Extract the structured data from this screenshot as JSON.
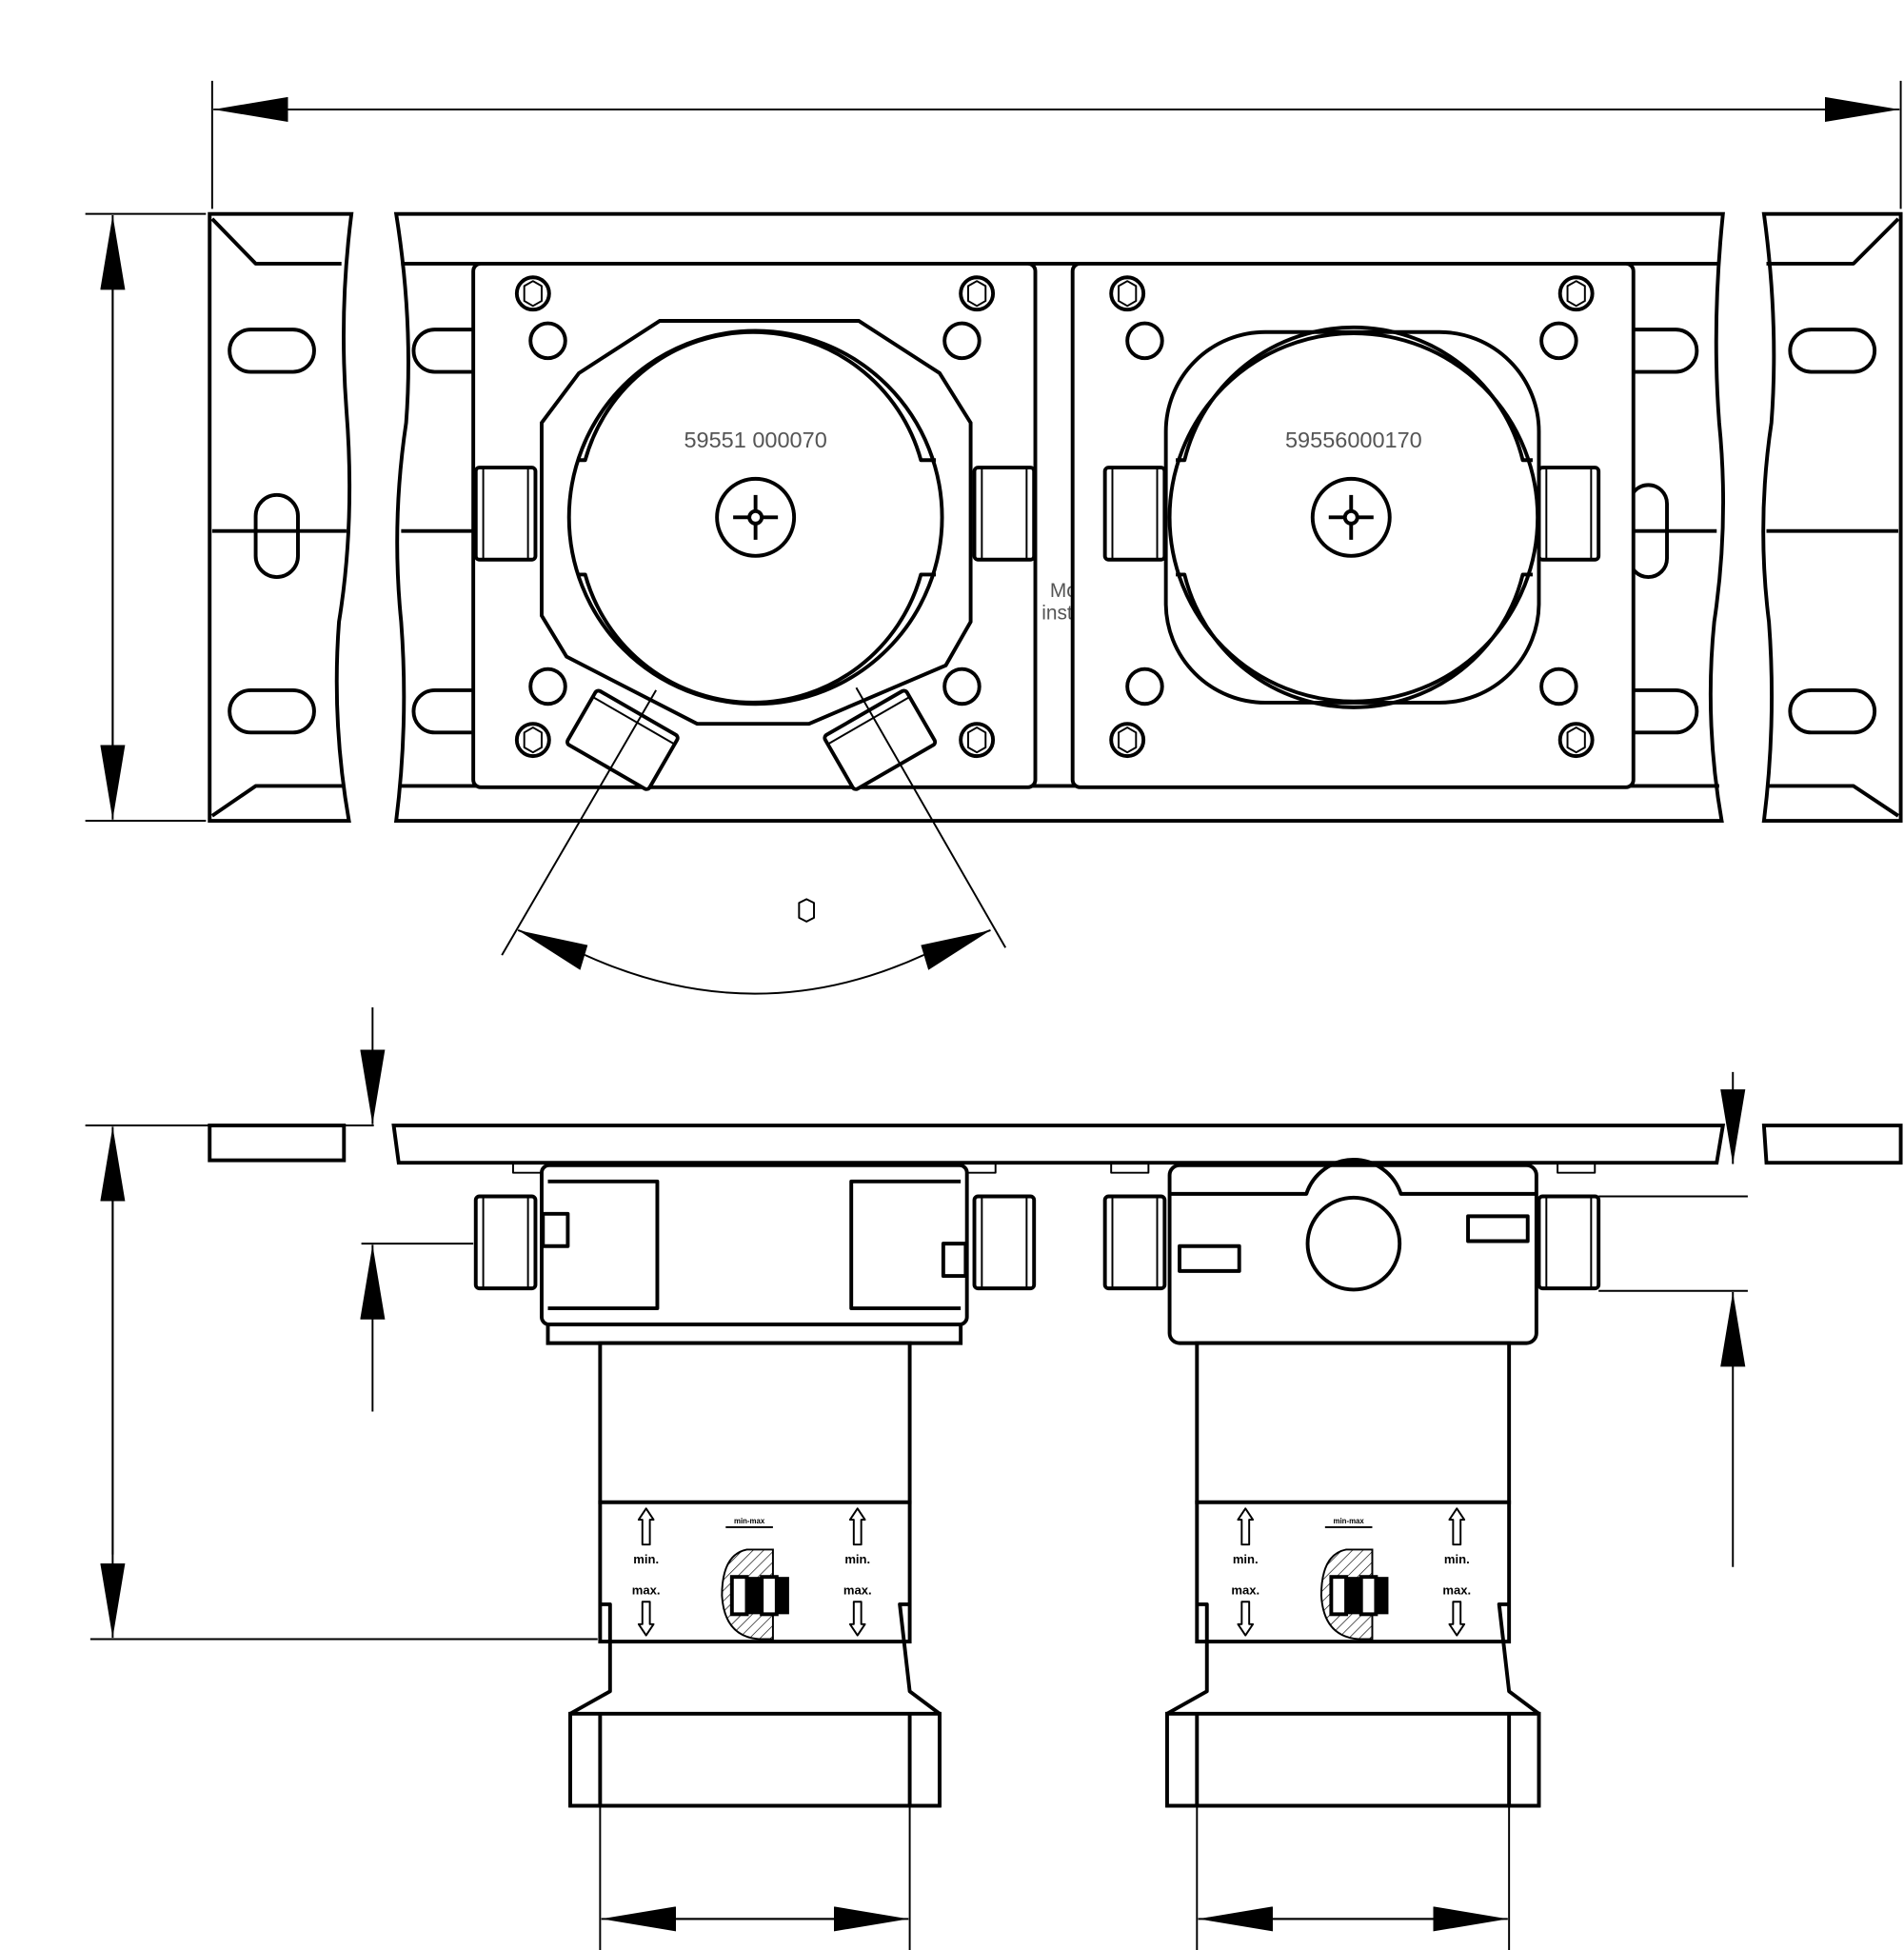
{
  "drawing": {
    "top_view": {
      "left_module_label": "59551 000070",
      "right_module_label": "59556000170",
      "side_note_line1": "Mo",
      "side_note_line2": "inst"
    },
    "side_view": {
      "min_label": "min.",
      "max_label": "max.",
      "range_label": "min-max"
    },
    "colors": {
      "line": "#000000",
      "label": "#555555",
      "background": "#ffffff"
    }
  }
}
